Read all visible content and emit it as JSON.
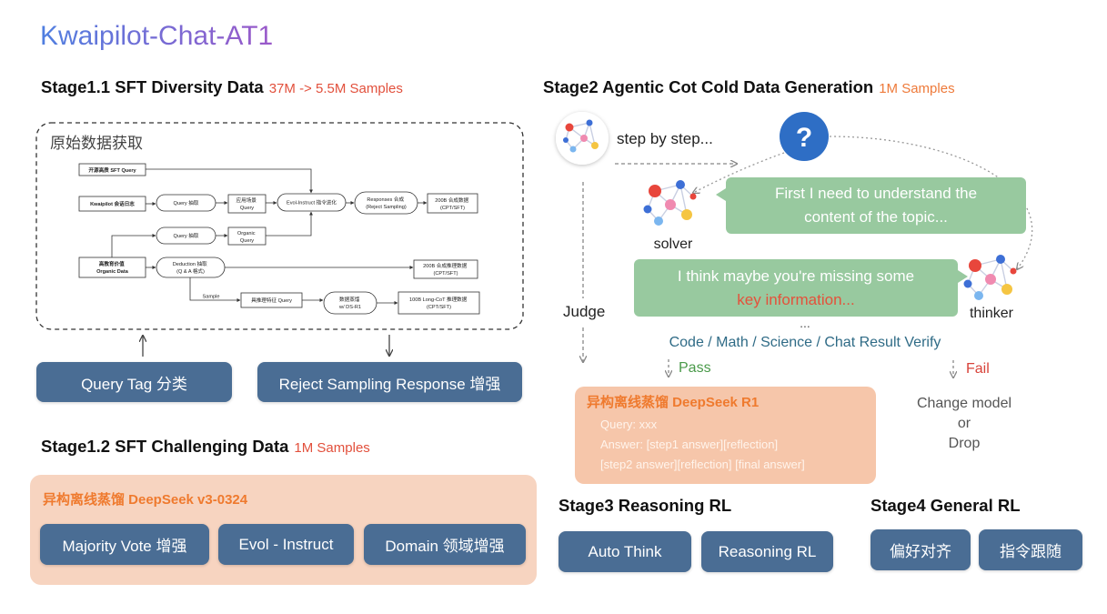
{
  "title": "Kwaipilot-Chat-AT1",
  "stage1_1": {
    "heading": "Stage1.1 SFT Diversity Data",
    "samples": "37M -> 5.5M Samples",
    "source_box_title": "原始数据获取",
    "flow": {
      "open_sft_query": "开源高质 SFT Query",
      "kwaipilot_logs": "Kwaipilot 会话日志",
      "query_extract_1": "Query 抽取",
      "app_query": [
        "应用场景",
        "Query"
      ],
      "evol_instruct": "Evol-Instruct 指令进化",
      "responses": [
        "Responses 合成",
        "(Reject Sampling)"
      ],
      "synthetic_200b": [
        "200B 合成数据",
        "(CPT/SFT)"
      ],
      "query_extract_2": "Query 抽取",
      "organic_query": [
        "Organic",
        "Query"
      ],
      "organic_data": [
        "高教育价值",
        "Organic Data"
      ],
      "deduction": [
        "Deduction 抽取",
        "(Q & A 格式)"
      ],
      "reasoning_200b": [
        "200B 合成推理数据",
        "(CPT/SFT)"
      ],
      "sample_label": "Sample",
      "reasoning_query": "具推理特征 Query",
      "distill": [
        "数据蒸馏",
        "w/ DS-R1"
      ],
      "long_cot_100b": [
        "100B Long-CoT 推理数据",
        "(CPT/SFT)"
      ]
    },
    "buttons": [
      "Query Tag 分类",
      "Reject Sampling Response 增强"
    ]
  },
  "stage1_2": {
    "heading": "Stage1.2 SFT Challenging Data",
    "samples": "1M Samples",
    "distill_label": "异构离线蒸馏 DeepSeek v3-0324",
    "buttons": [
      "Majority Vote 增强",
      "Evol - Instruct",
      "Domain 领域增强"
    ]
  },
  "stage2": {
    "heading": "Stage2 Agentic Cot Cold Data Generation",
    "samples": "1M Samples",
    "step_text": "step by step...",
    "question_mark": "?",
    "solver_label": "solver",
    "thinker_label": "thinker",
    "solver_message": [
      "First I need to understand the",
      "content of the topic..."
    ],
    "thinker_message": [
      "I think maybe you're missing some",
      "key information..."
    ],
    "ellipsis": "...",
    "judge_label": "Judge",
    "verify_text": "Code / Math / Science / Chat Result Verify",
    "pass_label": "Pass",
    "fail_label": "Fail",
    "distill_label": "异构离线蒸馏 DeepSeek R1",
    "example": [
      "Query: xxx",
      "Answer: [step1 answer][reflection]",
      "[step2 answer][reflection] [final answer]"
    ],
    "fail_action": [
      "Change model",
      "or",
      "Drop"
    ]
  },
  "stage3": {
    "heading": "Stage3 Reasoning RL",
    "buttons": [
      "Auto Think",
      "Reasoning RL"
    ]
  },
  "stage4": {
    "heading": "Stage4 General RL",
    "buttons": [
      "偏好对齐",
      "指令跟随"
    ]
  },
  "icons": {
    "agent": "network-icon",
    "question": "question-mark-icon",
    "up": "arrow-up-icon",
    "down": "arrow-down-icon"
  },
  "colors": {
    "title_gradient": [
      "#4f7fe0",
      "#9b59c9"
    ],
    "button": "#4a6d94",
    "samples": "#e2503c",
    "peach": "#f7d4c0",
    "peach_dark": "#f6c6aa",
    "distill_text": "#ef7a2e",
    "bubble": "#98c99f",
    "highlight": "#e4513b",
    "verify": "#2f6b86",
    "pass": "#4a9a4a",
    "fail": "#d8433a",
    "question": "#2e6ec5"
  }
}
